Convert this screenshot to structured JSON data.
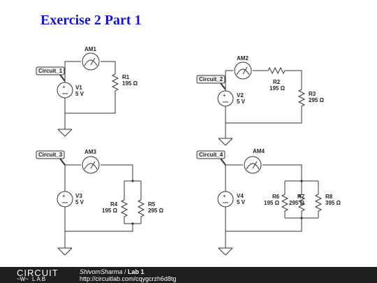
{
  "title": "Exercise 2 Part 1",
  "circuits": [
    {
      "net_label": "Circuit_1",
      "ammeter": "AM1",
      "source": {
        "name": "V1",
        "value": "5 V"
      },
      "resistors": [
        {
          "name": "R1",
          "value": "195 Ω"
        }
      ]
    },
    {
      "net_label": "Circuit_2",
      "ammeter": "AM2",
      "source": {
        "name": "V2",
        "value": "5 V"
      },
      "resistors": [
        {
          "name": "R2",
          "value": "195 Ω"
        },
        {
          "name": "R3",
          "value": "295 Ω"
        }
      ]
    },
    {
      "net_label": "Circuit_3",
      "ammeter": "AM3",
      "source": {
        "name": "V3",
        "value": "5 V"
      },
      "resistors": [
        {
          "name": "R4",
          "value": "195 Ω"
        },
        {
          "name": "R5",
          "value": "295 Ω"
        }
      ]
    },
    {
      "net_label": "Circuit_4",
      "ammeter": "AM4",
      "source": {
        "name": "V4",
        "value": "5 V"
      },
      "resistors": [
        {
          "name": "R6",
          "value": "195 Ω"
        },
        {
          "name": "R7",
          "value": "295 Ω"
        },
        {
          "name": "R8",
          "value": "395 Ω"
        }
      ]
    }
  ],
  "footer": {
    "logo_top": "CIRCUIT",
    "logo_bottom": "LAB",
    "author": "ShivomSharma",
    "separator": " / ",
    "project": "Lab 1",
    "url": "http://circuitlab.com/cqygcrzh6d8tg"
  },
  "colors": {
    "title": "#1515c8",
    "wire": "#333333",
    "footer_bg": "#1e1e1e"
  }
}
